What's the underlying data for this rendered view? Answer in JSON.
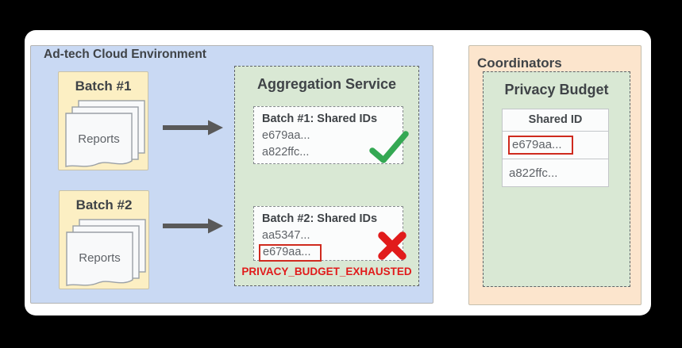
{
  "colors": {
    "outer-bg": "#000000",
    "card-bg": "#ffffff",
    "cloud-bg": "#c9d9f3",
    "cloud-border": "#b3b3b3",
    "batch-bg": "#fcefc3",
    "batch-border": "#c9c2a9",
    "service-bg": "#d9e8d4",
    "service-border": "#5f6368",
    "panel-bg": "#fbfcfc",
    "panel-border": "#85898d",
    "coordinators-bg": "#fce5cd",
    "coordinators-border": "#c6bfae",
    "table-border": "#c3c6c9",
    "title-text": "#3f4347",
    "body-text": "#5f6368",
    "arrow": "#595959",
    "success-green": "#34a853",
    "error-red": "#e11b1b",
    "highlight-red": "#cf2a1e"
  },
  "adtech": {
    "title": "Ad-tech Cloud Environment",
    "batches": [
      {
        "title": "Batch #1",
        "label": "Reports"
      },
      {
        "title": "Batch #2",
        "label": "Reports"
      }
    ],
    "aggregation": {
      "title": "Aggregation Service",
      "results": [
        {
          "heading": "Batch #1: Shared IDs",
          "id1": "e679aa...",
          "id2": "a822ffc...",
          "status": "success"
        },
        {
          "heading": "Batch #2: Shared IDs",
          "id1": "aa5347...",
          "id2": "e679aa...",
          "status": "error"
        }
      ],
      "error_label": "PRIVACY_BUDGET_EXHAUSTED"
    }
  },
  "coordinators": {
    "title": "Coordinators",
    "privacy_budget": {
      "title": "Privacy Budget",
      "table": {
        "header": "Shared ID",
        "rows": [
          "e679aa...",
          "a822ffc..."
        ]
      }
    }
  }
}
